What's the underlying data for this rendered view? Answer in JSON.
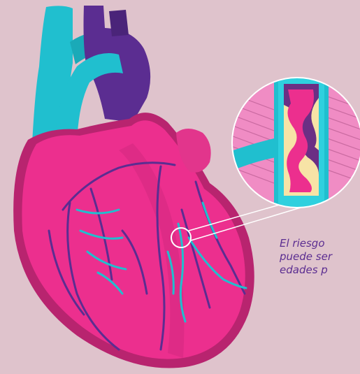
{
  "palette": {
    "background": "#dfc3cc",
    "heart_pink": "#ec2f8e",
    "heart_shadow": "#b8246f",
    "aorta_purple": "#5b2d91",
    "vessel_teal": "#20bfcf",
    "plaque_yellow": "#f7e3a6",
    "muscle_pink": "#f08cc4",
    "caption_purple": "#5b2d91"
  },
  "illustration": {
    "subject": "heart",
    "icons": [
      "heart-illustration",
      "artery-zoom-icon",
      "plaque-icon"
    ]
  },
  "caption": {
    "line1": "El riesgo",
    "line2": "puede ser",
    "line3": "edades p"
  }
}
